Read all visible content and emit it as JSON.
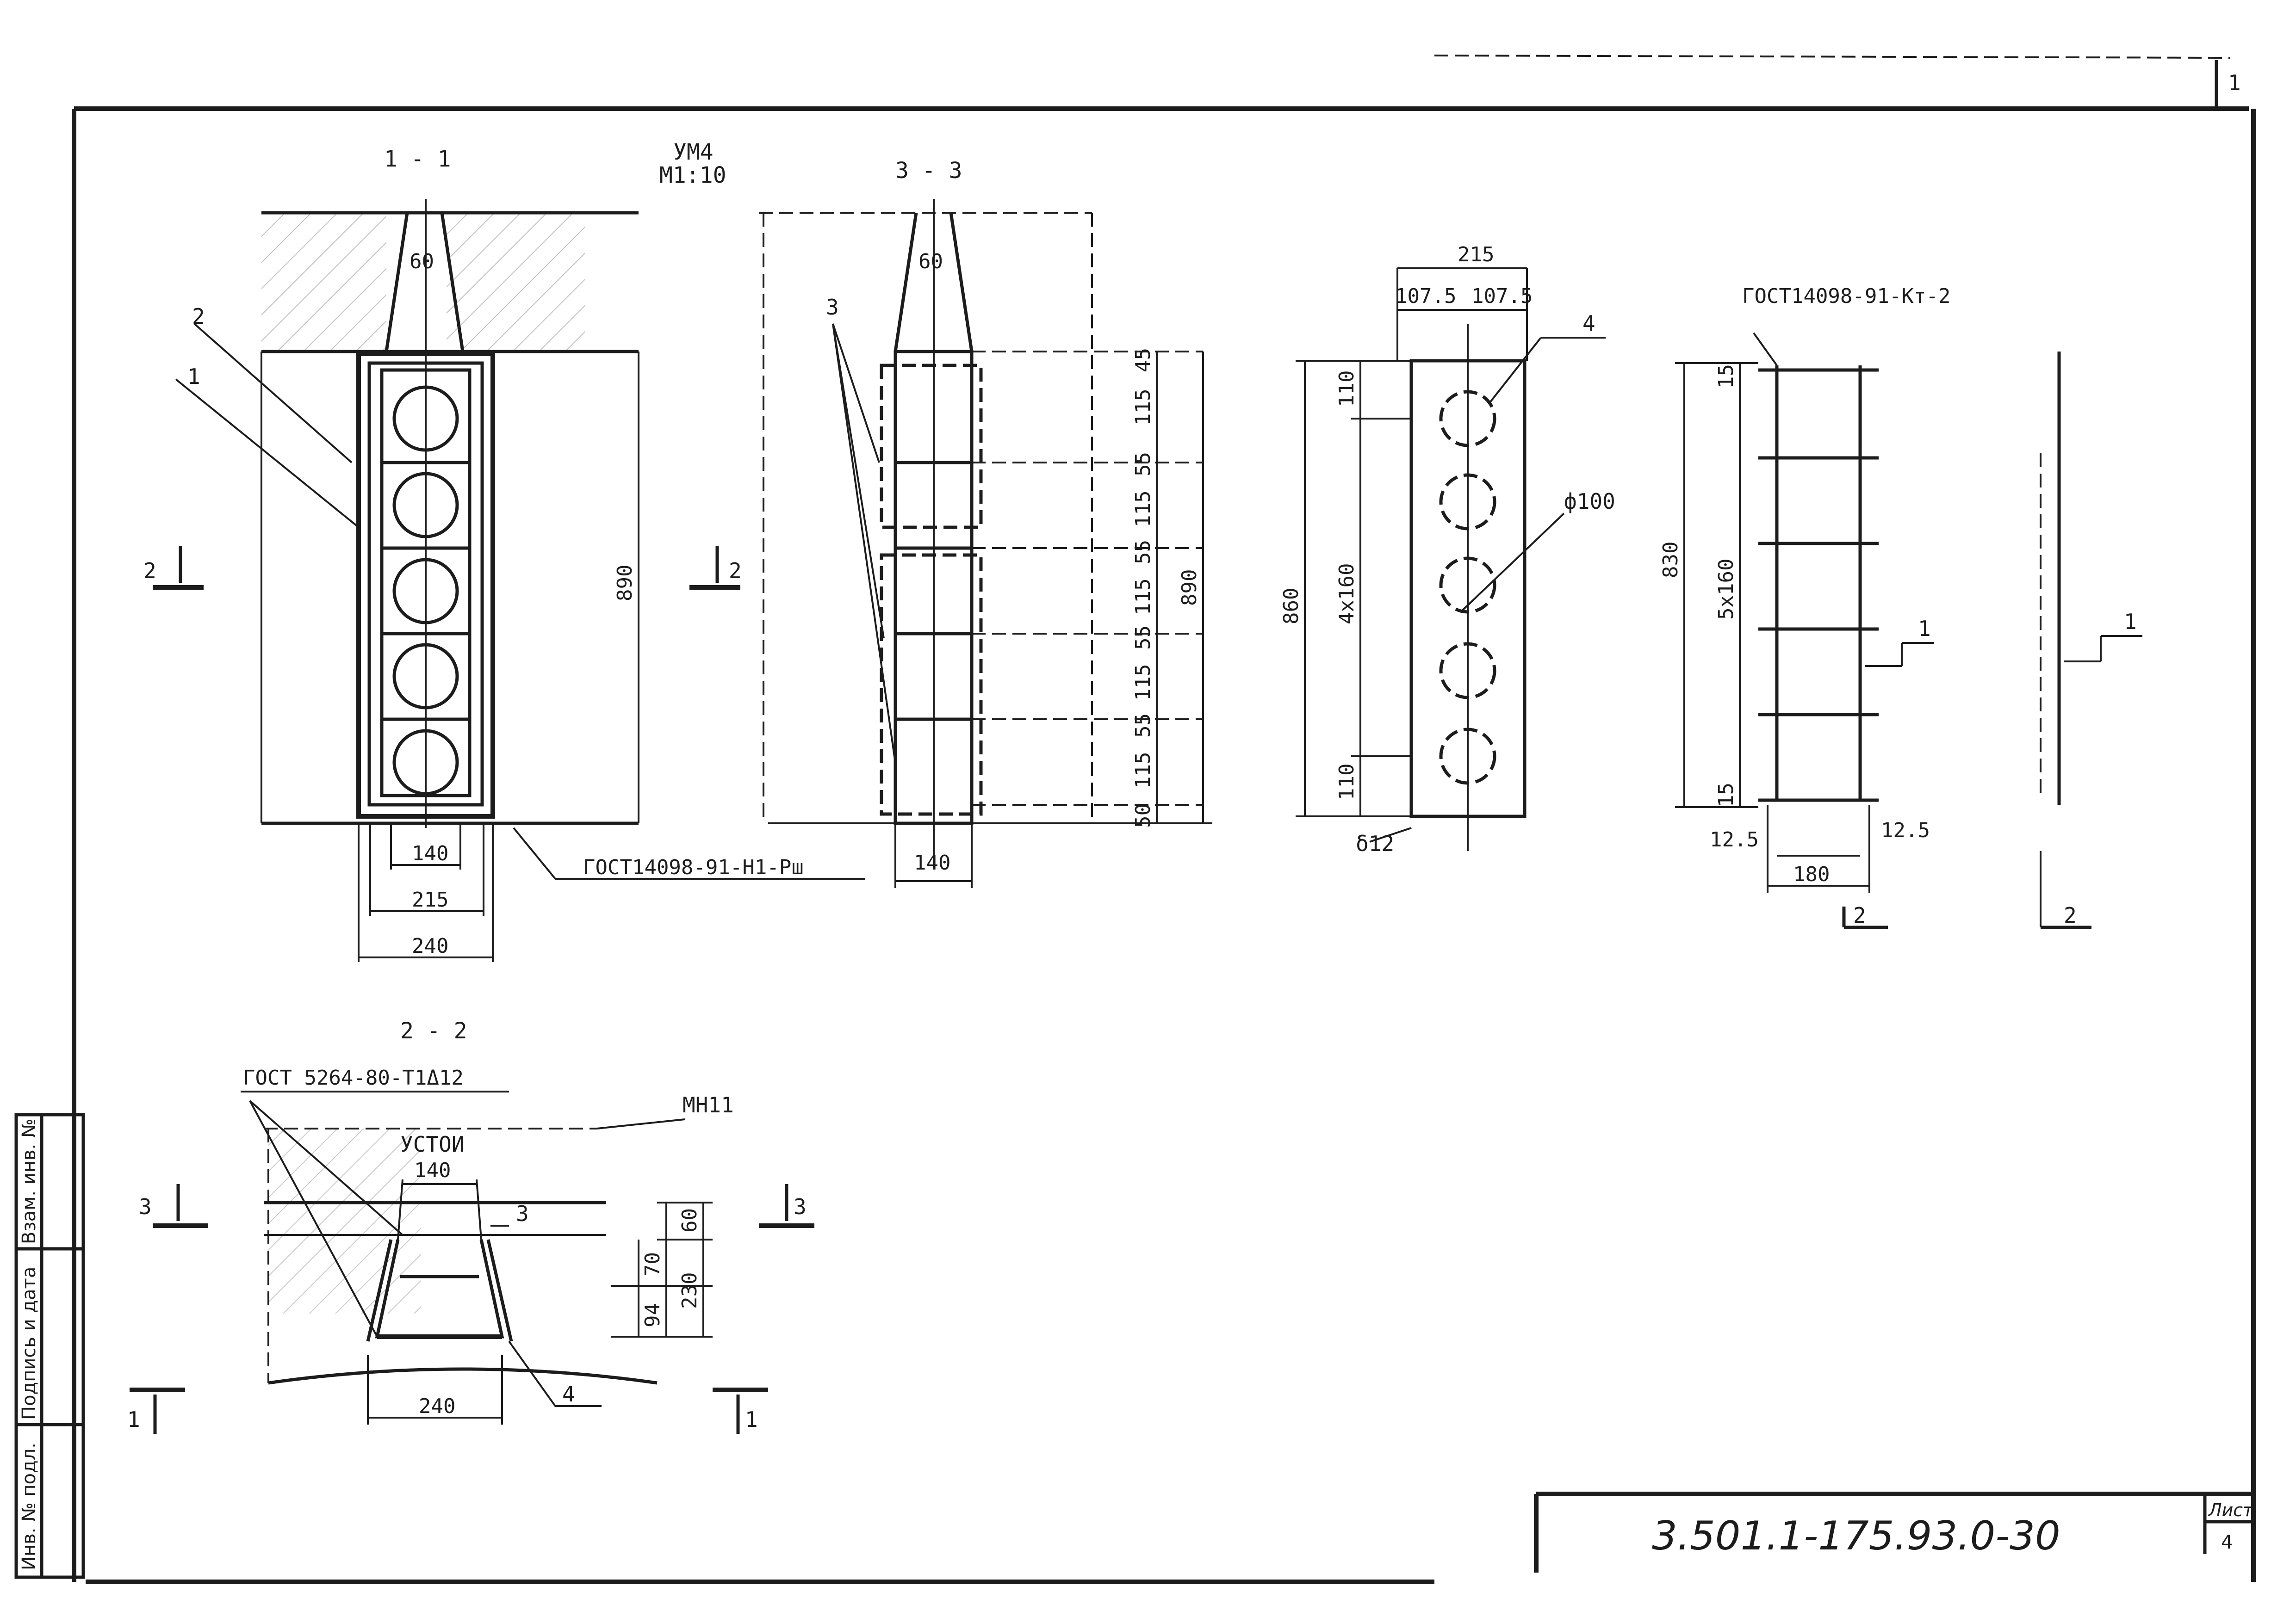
{
  "sheet": {
    "corner_number": "1",
    "code": "3.501.1-175.93.0-30",
    "sheet_label": "Лист",
    "sheet_number": "4",
    "stamp": {
      "cell1": "Инв. № подл.",
      "cell2": "Подпись и дата",
      "cell3": "Взам. инв. №"
    }
  },
  "title_block": {
    "name": "УМ4",
    "scale": "М1:10"
  },
  "section_1_1": {
    "title": "1 - 1",
    "dim_top": "60",
    "dim_bottom_inner": "140",
    "dim_bottom_mid": "215",
    "dim_bottom_outer": "240",
    "dim_height": "890",
    "callout_1": "1",
    "callout_2": "2",
    "cut_marker": "2",
    "gost": "ГОСТ14098-91-Н1-Рш"
  },
  "section_3_3": {
    "title": "3 - 3",
    "dim_top": "60",
    "dim_bottom": "140",
    "dim_height": "890",
    "callout_3": "3",
    "cut_marker": "2",
    "chain_dims": [
      "45",
      "115",
      "55",
      "115",
      "55",
      "115",
      "55",
      "115",
      "55",
      "115",
      "50"
    ]
  },
  "plate": {
    "dim_width": "215",
    "dim_half_left": "107.5",
    "dim_half_right": "107.5",
    "dim_height": "860",
    "dim_top": "110",
    "dim_mid": "4x160",
    "dim_bottom": "110",
    "hole": "ф100",
    "thickness": "δ12",
    "callout_4": "4"
  },
  "frame": {
    "gost": "ГОСТ14098-91-Кт-2",
    "dim_height": "830",
    "dim_top": "15",
    "dim_mid": "5x160",
    "dim_bottom": "15",
    "dim_width": "180",
    "dim_left": "12.5",
    "dim_right": "12.5",
    "callout_1": "1",
    "view_marker": "2"
  },
  "side_bar": {
    "callout_1": "1",
    "view_marker": "2"
  },
  "section_2_2": {
    "title": "2 - 2",
    "gost": "ГОСТ 5264-80-Т1Δ12",
    "label_ustoi": "УСТОИ",
    "label_mn": "МН11",
    "dim_top": "140",
    "dim_bottom": "240",
    "dim_60": "60",
    "dim_70": "70",
    "dim_94": "94",
    "dim_230": "230",
    "callout_3": "3",
    "callout_4": "4",
    "cut_3_left": "3",
    "cut_3_right": "3",
    "cut_1_left": "1",
    "cut_1_right": "1"
  }
}
